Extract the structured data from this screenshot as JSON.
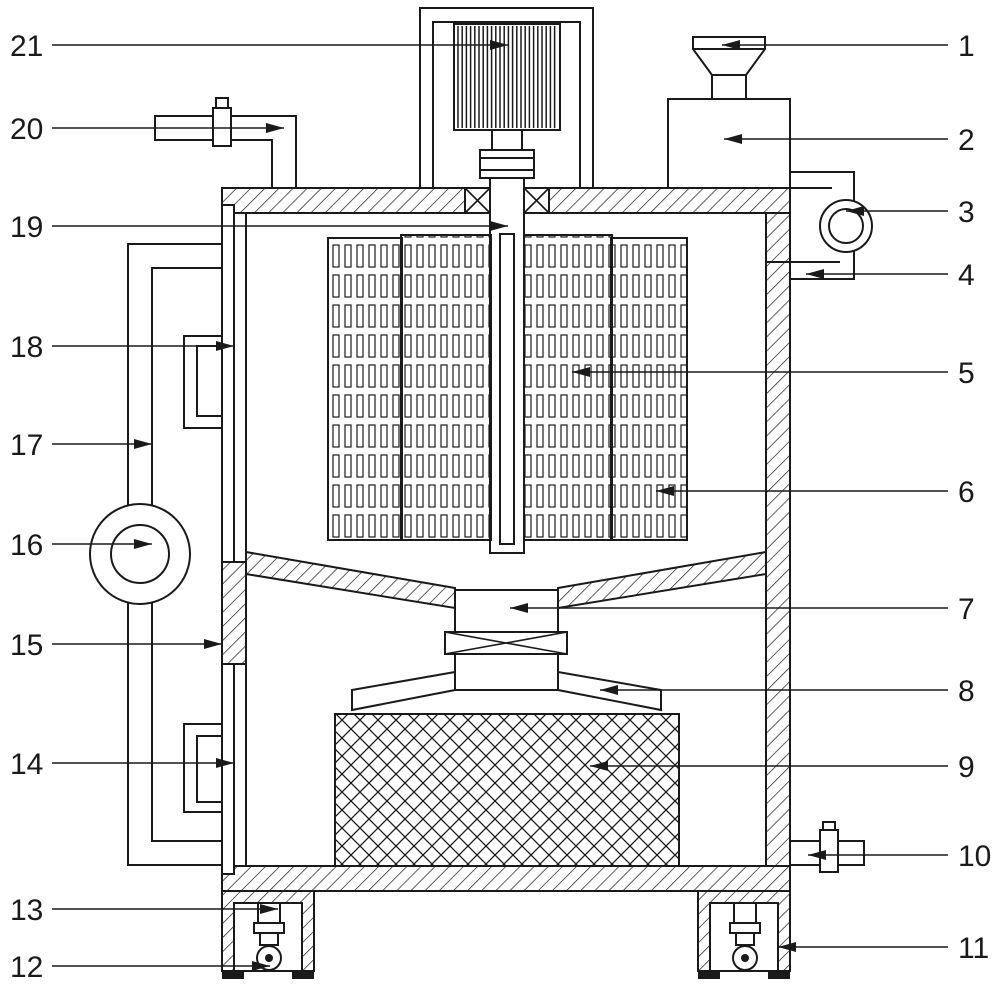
{
  "figure": {
    "labels": [
      "1",
      "2",
      "3",
      "4",
      "5",
      "6",
      "7",
      "8",
      "9",
      "10",
      "11",
      "12",
      "13",
      "14",
      "15",
      "16",
      "17",
      "18",
      "19",
      "20",
      "21"
    ],
    "left_labels": [
      "21",
      "20",
      "19",
      "18",
      "17",
      "16",
      "15",
      "14",
      "13",
      "12"
    ],
    "right_labels": [
      "1",
      "2",
      "3",
      "4",
      "5",
      "6",
      "7",
      "8",
      "9",
      "10",
      "11"
    ]
  }
}
